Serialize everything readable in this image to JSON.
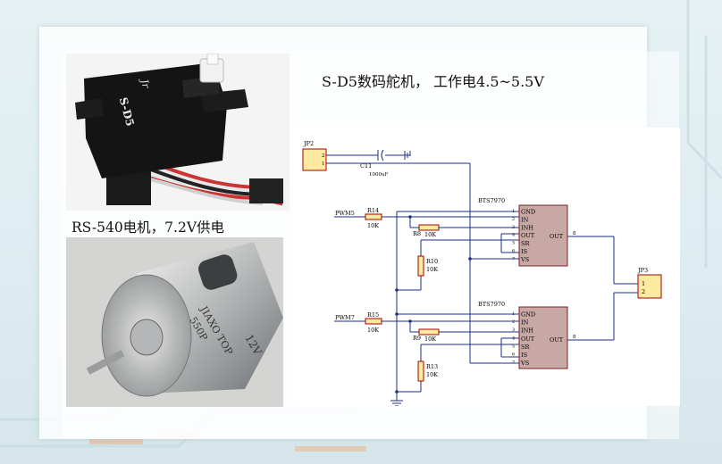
{
  "captions": {
    "servo": "S-D5数码舵机， 工作电4.5~5.5V",
    "motor": "RS-540电机，7.2V供电"
  },
  "servo_photo": {
    "label": "S-D5",
    "brand": "Jr"
  },
  "motor_photo": {
    "label_line1": "JIAXO TOP",
    "label_line2": "550P",
    "label_line3": "12V"
  },
  "schematic": {
    "jp2": {
      "name": "JP2",
      "pin1": "1",
      "pin2": "2"
    },
    "c11": {
      "name": "C11",
      "value": "1000uF"
    },
    "jp3": {
      "name": "JP3",
      "pin1": "1",
      "pin2": "2"
    },
    "bts_top": {
      "name": "BTS7970"
    },
    "bts_bottom": {
      "name": "BTS7970"
    },
    "pins_left": [
      "GND",
      "IN",
      "INH",
      "OUT",
      "SR",
      "IS",
      "VS"
    ],
    "pin_numbers": [
      "1",
      "2",
      "3",
      "4",
      "5",
      "6",
      "7"
    ],
    "out_label": "OUT",
    "out_pin": "8",
    "pwm_top": "PWM5",
    "pwm_bottom": "PWM7",
    "r14": {
      "name": "R14",
      "value": "10K"
    },
    "r8": {
      "name": "R8",
      "value": "10K"
    },
    "r10": {
      "name": "R10",
      "value": "10K"
    },
    "r15": {
      "name": "R15",
      "value": "10K"
    },
    "r9": {
      "name": "R9",
      "value": "10K"
    },
    "r13": {
      "name": "R13",
      "value": "10K"
    }
  }
}
